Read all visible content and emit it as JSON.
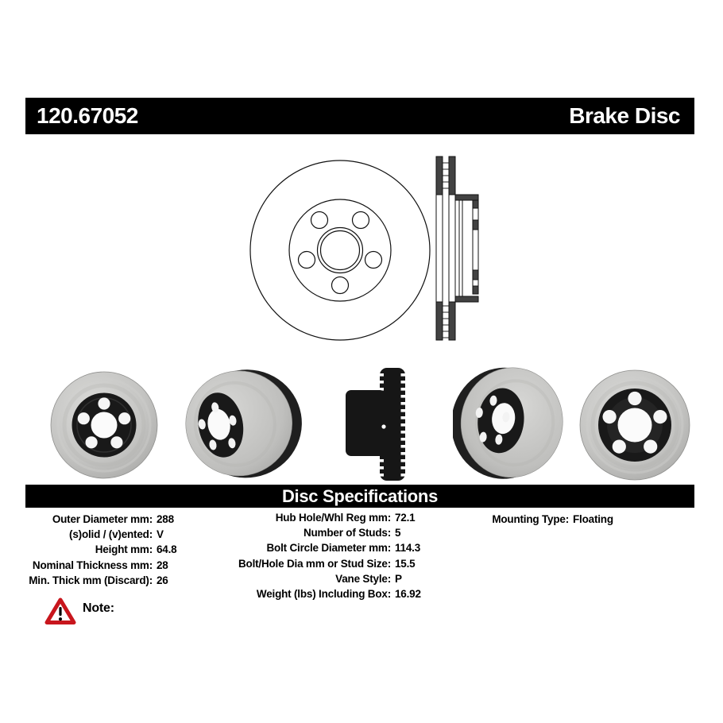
{
  "header": {
    "part_number": "120.67052",
    "product_name": "Brake Disc",
    "bar_color": "#000000",
    "text_color": "#ffffff"
  },
  "specifications": {
    "title": "Disc Specifications",
    "columns": [
      {
        "rows": [
          {
            "label": "Outer Diameter mm:",
            "value": "288"
          },
          {
            "label": "(s)olid / (v)ented:",
            "value": "V"
          },
          {
            "label": "Height mm:",
            "value": "64.8"
          },
          {
            "label": "Nominal Thickness mm:",
            "value": "28"
          },
          {
            "label": "Min. Thick mm (Discard):",
            "value": "26"
          }
        ]
      },
      {
        "rows": [
          {
            "label": "Hub Hole/Whl Reg mm:",
            "value": "72.1"
          },
          {
            "label": "Number of Studs:",
            "value": "5"
          },
          {
            "label": "Bolt Circle Diameter mm:",
            "value": "114.3"
          },
          {
            "label": "Bolt/Hole Dia mm or Stud Size:",
            "value": "15.5"
          },
          {
            "label": "Vane Style:",
            "value": "P"
          },
          {
            "label": "Weight (lbs) Including Box:",
            "value": "16.92"
          }
        ]
      },
      {
        "rows": [
          {
            "label": "Mounting Type:",
            "value": "Floating"
          }
        ]
      }
    ]
  },
  "note": {
    "label": "Note:",
    "warning_icon": "red-triangle-exclamation",
    "warning_color": "#c8161d"
  },
  "colors": {
    "rotor_face": "#c6c6c4",
    "hub_black": "#191919",
    "drawing_fill": "#424242"
  }
}
